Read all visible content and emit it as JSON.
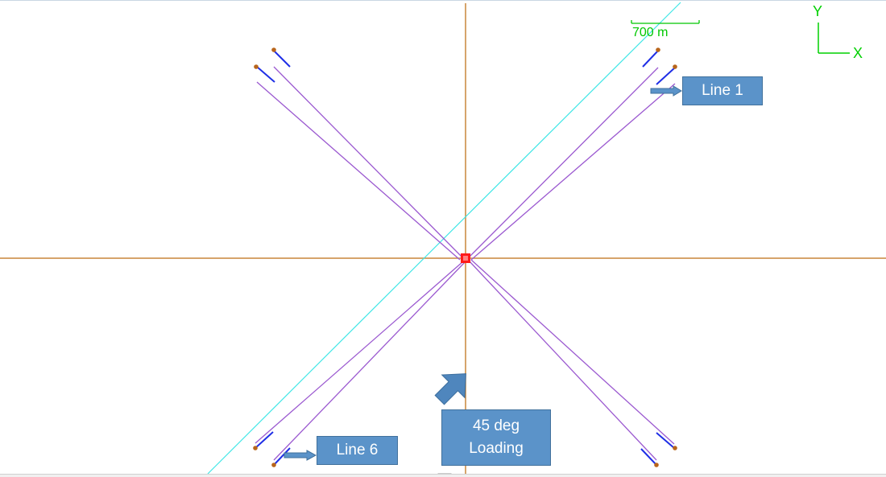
{
  "scale_bar": {
    "label": "700 m"
  },
  "axis_indicator": {
    "y_label": "Y",
    "x_label": "X"
  },
  "callouts": {
    "line1": "Line 1",
    "line6": "Line 6",
    "loading_line_a": "45 deg",
    "loading_line_b": "Loading"
  },
  "colors": {
    "mooring_line": "#9b59d0",
    "line_end_segment": "#1f2fe6",
    "anchor_point": "#b8651b",
    "reference_axes": "#c8863a",
    "heading_line": "#3fe6e6",
    "vessel": "#ff1a1a",
    "callout_fill": "#5b93c9",
    "scale_and_axes": "#00c800"
  },
  "loading_direction_deg": 45
}
